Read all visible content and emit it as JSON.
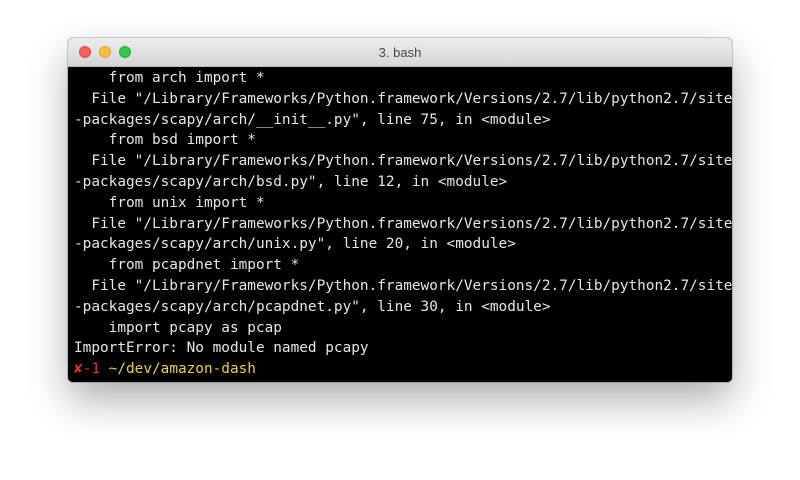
{
  "window": {
    "title": "3. bash",
    "buttons": {
      "close": "close-button",
      "minimize": "minimize-button",
      "zoom": "zoom-button"
    }
  },
  "terminal": {
    "lines": [
      "    from arch import *",
      "  File \"/Library/Frameworks/Python.framework/Versions/2.7/lib/python2.7/site",
      "-packages/scapy/arch/__init__.py\", line 75, in <module>",
      "    from bsd import *",
      "  File \"/Library/Frameworks/Python.framework/Versions/2.7/lib/python2.7/site",
      "-packages/scapy/arch/bsd.py\", line 12, in <module>",
      "    from unix import *",
      "  File \"/Library/Frameworks/Python.framework/Versions/2.7/lib/python2.7/site",
      "-packages/scapy/arch/unix.py\", line 20, in <module>",
      "    from pcapdnet import *",
      "  File \"/Library/Frameworks/Python.framework/Versions/2.7/lib/python2.7/site",
      "-packages/scapy/arch/pcapdnet.py\", line 30, in <module>",
      "    import pcapy as pcap",
      "ImportError: No module named pcapy"
    ],
    "prompt": {
      "status": "✘-1",
      "cwd": "~/dev/amazon-dash"
    }
  },
  "colors": {
    "background": "#000000",
    "text": "#e6e6e6",
    "error_status": "#e0322c",
    "cwd": "#e8d24a",
    "close": "#fc605c",
    "minimize": "#fdbc40",
    "zoom": "#34c84a"
  }
}
